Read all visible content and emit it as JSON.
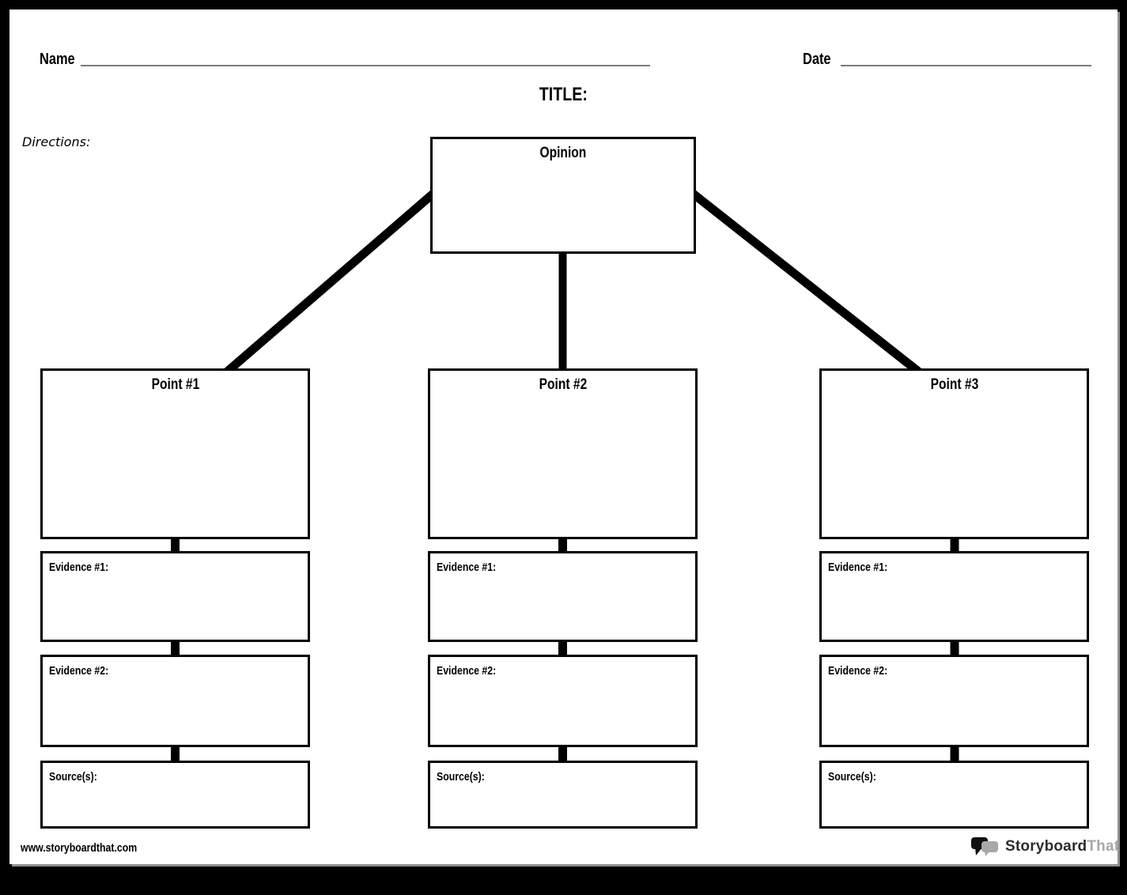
{
  "header": {
    "name_label": "Name",
    "date_label": "Date",
    "title_label": "TITLE:",
    "directions_label": "Directions:"
  },
  "diagram": {
    "opinion_label": "Opinion",
    "columns": [
      {
        "point": "Point #1",
        "evidence1": "Evidence #1:",
        "evidence2": "Evidence #2:",
        "sources": "Source(s):"
      },
      {
        "point": "Point #2",
        "evidence1": "Evidence #1:",
        "evidence2": "Evidence #2:",
        "sources": "Source(s):"
      },
      {
        "point": "Point #3",
        "evidence1": "Evidence #1:",
        "evidence2": "Evidence #2:",
        "sources": "Source(s):"
      }
    ]
  },
  "footer": {
    "website": "www.storyboardthat.com",
    "logo_primary": "Storyboard",
    "logo_secondary": "That"
  },
  "colors": {
    "line_black": "#000000",
    "underline_gray": "#7b7b7b",
    "logo_dark": "#2d2d2d",
    "logo_gray": "#a8a8a8"
  }
}
